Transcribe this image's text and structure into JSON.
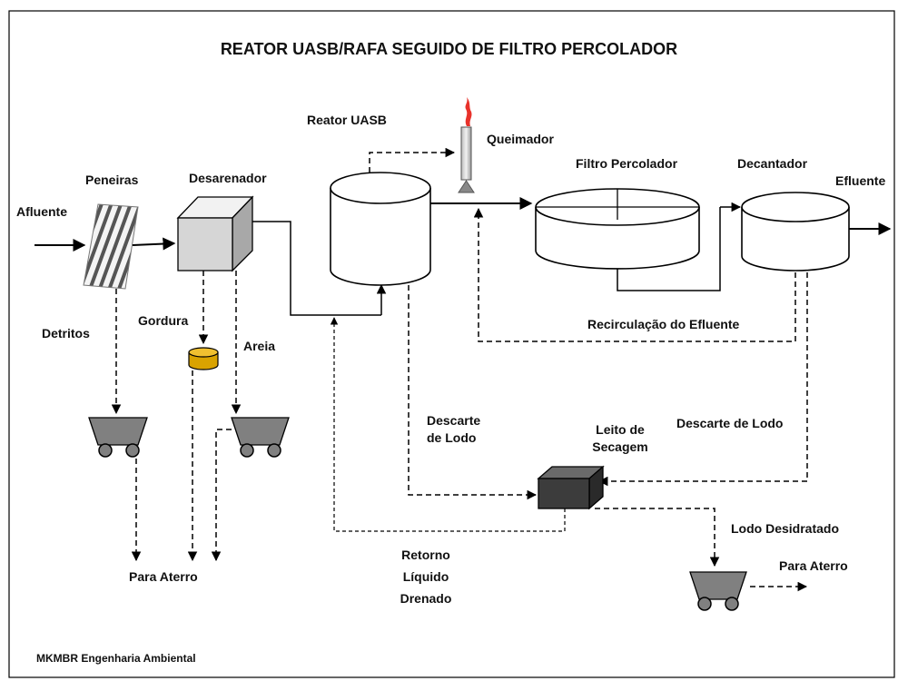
{
  "title": "REATOR UASB/RAFA SEGUIDO DE FILTRO PERCOLADOR",
  "footer": "MKMBR Engenharia Ambiental",
  "labels": {
    "afluente": "Afluente",
    "peneiras": "Peneiras",
    "desarenador": "Desarenador",
    "reator_uasb": "Reator UASB",
    "queimador": "Queimador",
    "filtro_percolador": "Filtro Percolador",
    "decantador": "Decantador",
    "efluente": "Efluente",
    "detritos": "Detritos",
    "gordura": "Gordura",
    "areia": "Areia",
    "recirculacao": "Recirculação do Efluente",
    "descarte_lodo_reator": [
      "Descarte",
      "de Lodo"
    ],
    "leito_secagem": [
      "Leito de",
      "Secagem"
    ],
    "descarte_lodo_decantador": "Descarte de Lodo",
    "lodo_desidratado": "Lodo Desidratado",
    "para_aterro_left": "Para Aterro",
    "para_aterro_right": "Para Aterro",
    "retorno": [
      "Retorno",
      "Líquido",
      "Drenado"
    ]
  },
  "colors": {
    "line": "#000000",
    "cube_light": "#d9d9d9",
    "cube_dark": "#3a3a3a",
    "cart": "#808080",
    "grease": "#e0a800",
    "flame": "#e8322b"
  }
}
